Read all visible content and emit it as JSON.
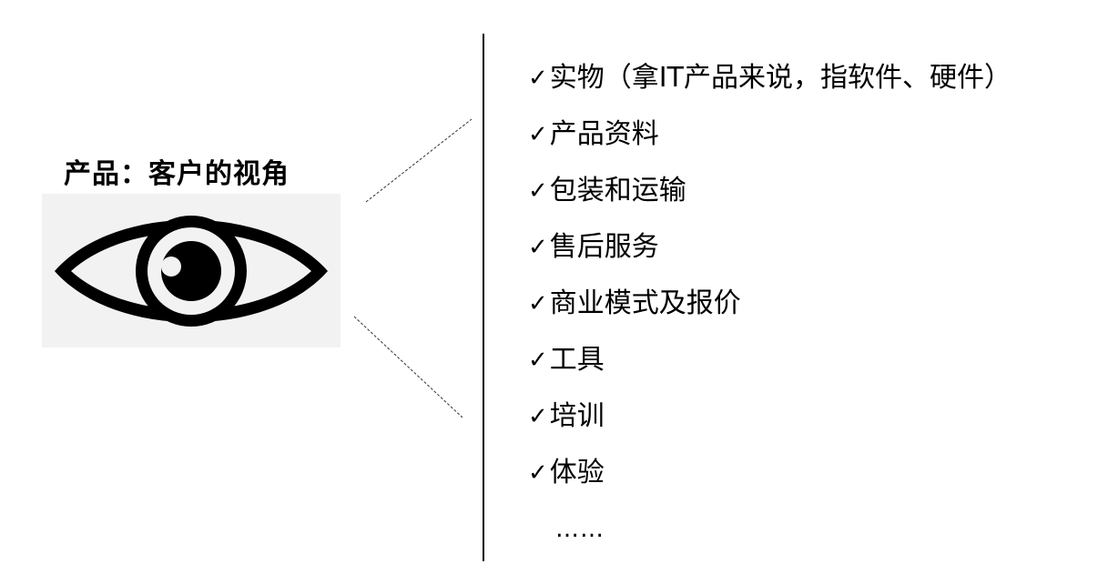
{
  "title": "产品：客户的视角",
  "check_glyph": "✓",
  "icon": "eye-icon",
  "items": [
    "实物（拿IT产品来说，指软件、硬件）",
    "产品资料",
    "包装和运输",
    "售后服务",
    "商业模式及报价",
    "工具",
    "培训",
    "体验"
  ],
  "ellipsis": "……"
}
